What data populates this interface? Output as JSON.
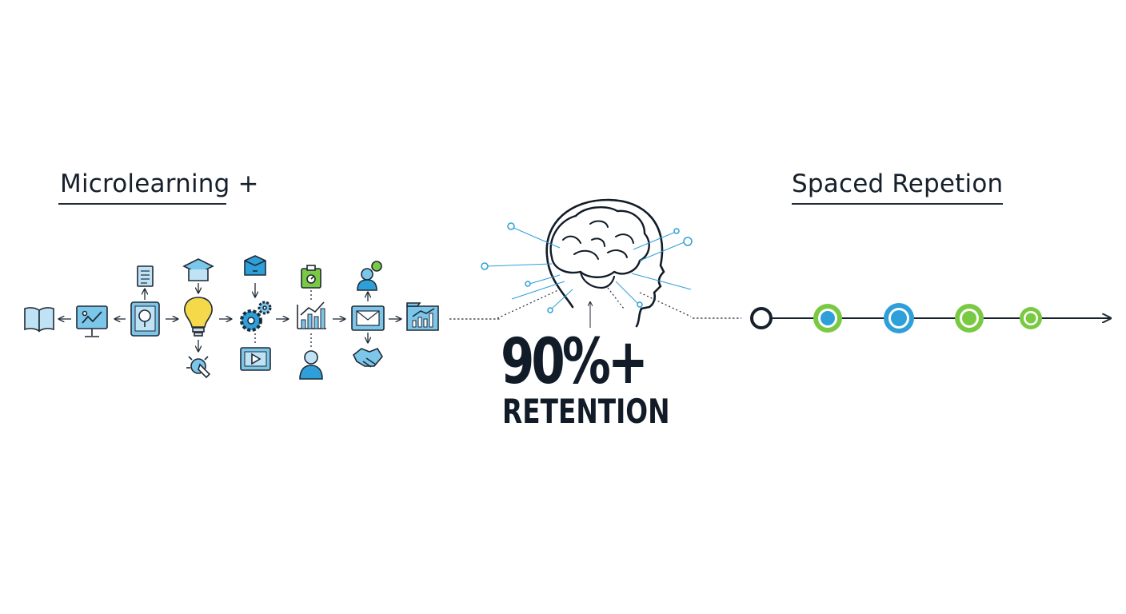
{
  "headings": {
    "left": "Microlearning +",
    "right": "Spaced Repetion"
  },
  "stat": {
    "value": "90%+",
    "label": "RETENTION"
  },
  "colors": {
    "ink": "#15202b",
    "blue": "#2e9fd8",
    "blue_light": "#7cc6ea",
    "green": "#7ac943",
    "yellow": "#f5d94a"
  },
  "icons": [
    "open-book-icon",
    "monitor-chart-icon",
    "tablet-idea-icon",
    "document-icon",
    "lightbulb-icon",
    "graduation-cap-icon",
    "touch-gesture-icon",
    "gears-icon",
    "book-box-icon",
    "video-play-icon",
    "bar-chart-icon",
    "clipboard-icon",
    "person-icon",
    "email-icon",
    "person-chat-icon",
    "handshake-icon",
    "growth-chart-icon"
  ],
  "timeline": {
    "nodes": [
      "start",
      "green",
      "blue",
      "green",
      "green-small"
    ]
  }
}
